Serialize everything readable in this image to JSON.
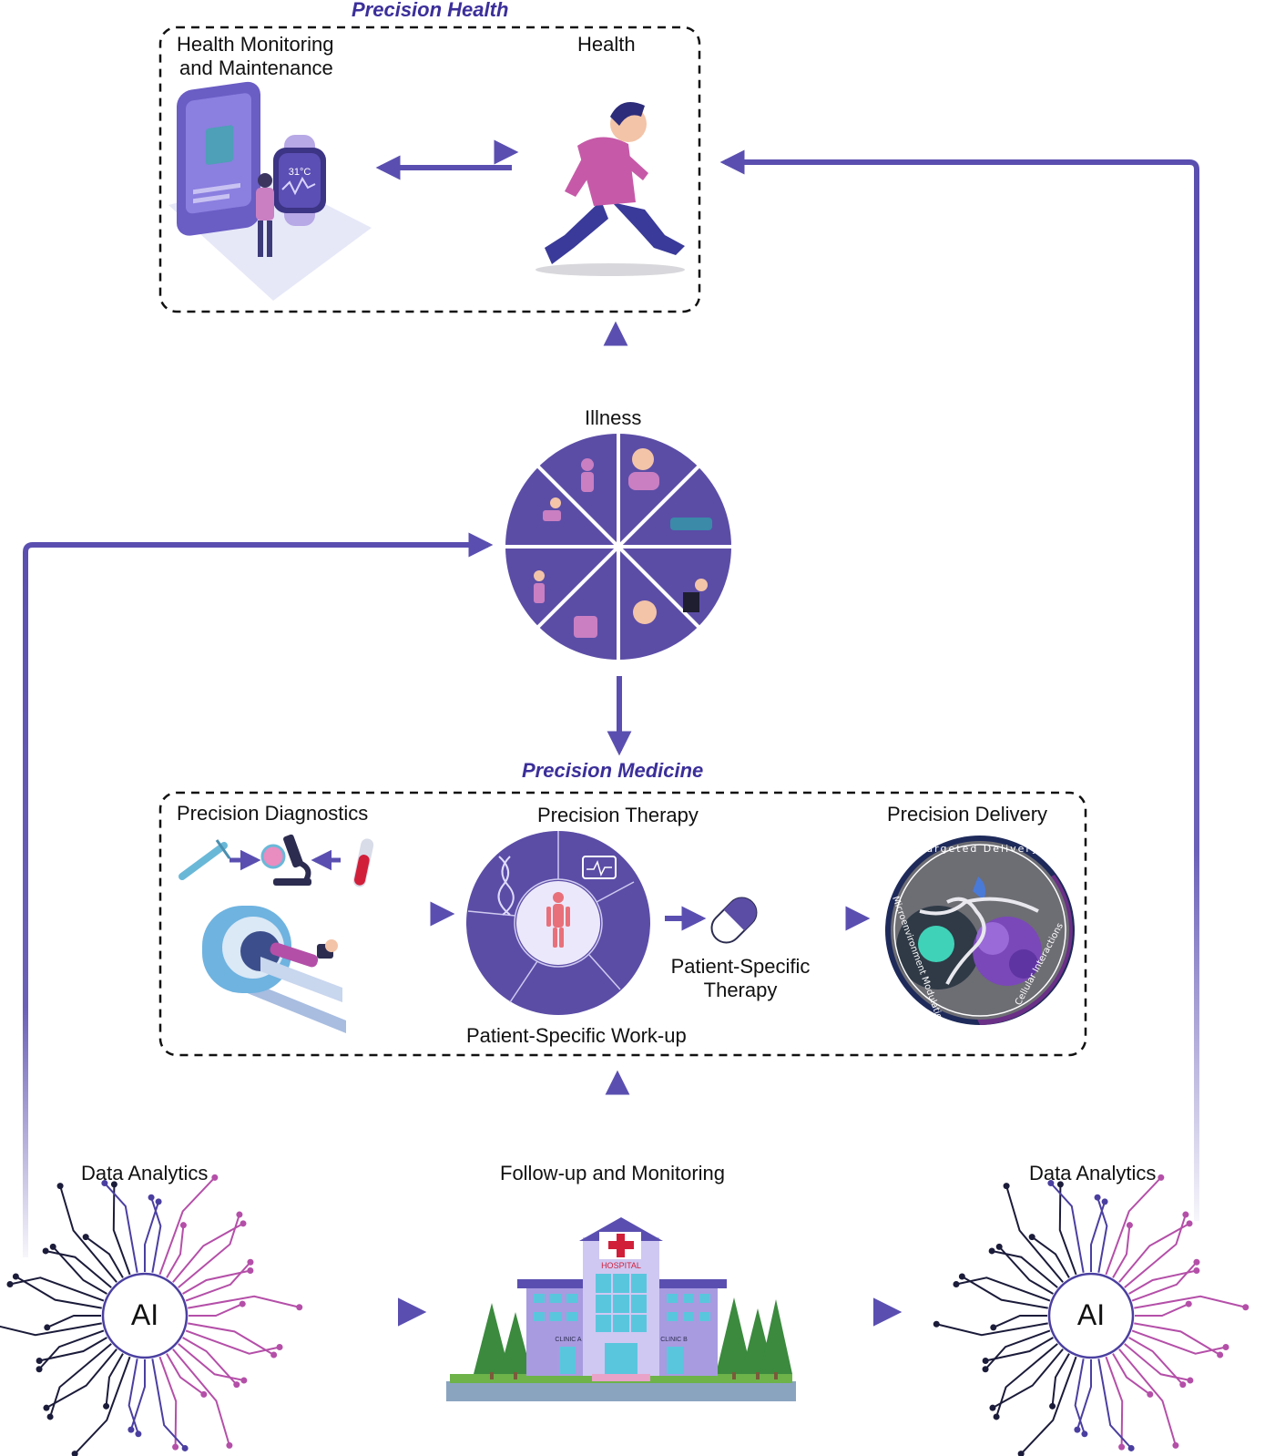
{
  "sections": {
    "precision_health": {
      "title": "Precision Health",
      "monitoring_label_line1": "Health Monitoring",
      "monitoring_label_line2": "and Maintenance",
      "health_label": "Health",
      "device_readout": "31°C"
    },
    "illness": {
      "label": "Illness"
    },
    "precision_medicine": {
      "title": "Precision Medicine",
      "diagnostics_label": "Precision Diagnostics",
      "therapy_label": "Precision Therapy",
      "delivery_label": "Precision Delivery",
      "workup_label": "Patient-Specific Work-up",
      "patient_therapy_line1": "Patient-Specific",
      "patient_therapy_line2": "Therapy",
      "delivery_ring": {
        "targeted": "Targeted Delivery",
        "microenvironment": "Microenvironment Modulation",
        "cellular": "Cellular Interactions"
      }
    },
    "follow_up": {
      "label": "Follow-up and Monitoring",
      "hospital_sign": "HOSPITAL",
      "clinic_a": "CLINIC A",
      "clinic_b": "CLINIC B"
    },
    "data_analytics_left": {
      "label": "Data Analytics",
      "chip": "AI"
    },
    "data_analytics_right": {
      "label": "Data Analytics",
      "chip": "AI"
    }
  },
  "colors": {
    "accent": "#5a4fb0",
    "title": "#3b2f9a",
    "wheel": "#5b4da6",
    "magenta": "#b44fa8",
    "dark_navy": "#1e2a5a"
  },
  "icons": [
    "wearable-device-icon",
    "runner-icon",
    "illness-wheel-icon",
    "syringe-icon",
    "microscope-icon",
    "test-tube-icon",
    "mri-scanner-icon",
    "therapy-wheel-icon",
    "pill-capsule-icon",
    "delivery-puzzle-icon",
    "hospital-icon",
    "ai-circuit-icon"
  ]
}
